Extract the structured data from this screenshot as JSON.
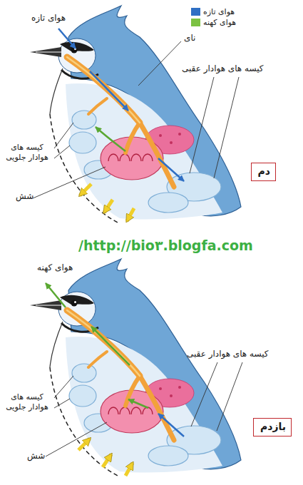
{
  "diagram": {
    "nodes": [
      {
        "text": [
          "دم"
        ]
      },
      {
        "text": [
          "بازدم"
        ]
      }
    ],
    "labels": [
      "هوای تازه",
      "نای",
      "کیسه های هوادار عقبی",
      "کیسه های هوادار جلویی",
      "شش",
      "/http://bio۳.blogfa.com",
      "هوای کهنه",
      "کیسه های هوادار عقبی",
      "کیسه های هوادار جلویی",
      "شش"
    ],
    "legend": [
      {
        "text": "هوای تازه",
        "color": "#2f6fc4"
      },
      {
        "text": "هوای کهنه",
        "color": "#7cc242"
      }
    ]
  }
}
